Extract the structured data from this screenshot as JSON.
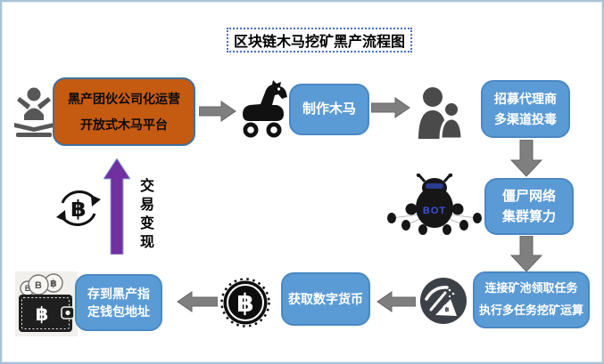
{
  "title": "区块链木马挖矿黑产流程图",
  "nodes": {
    "operation": {
      "line1": "黑产团伙公司化运营",
      "line2": "开放式木马平台"
    },
    "make_trojan": {
      "label": "制作木马"
    },
    "recruit": {
      "line1": "招募代理商",
      "line2": "多渠道投毒"
    },
    "botnet": {
      "line1": "僵尸网络",
      "line2": "集群算力"
    },
    "mine": {
      "line1": "连接矿池领取任务",
      "line2": "执行多任务挖矿运算"
    },
    "obtain": {
      "label": "获取数字货币"
    },
    "wallet": {
      "line1": "存到黑产指",
      "line2": "定钱包地址"
    }
  },
  "labels": {
    "cash_out": "交易变现"
  },
  "symbols": {
    "btc": "฿",
    "coin_letter": "B",
    "bot": "BOT"
  },
  "icons": {
    "operator": "lecturer-icon",
    "trojan": "trojan-horse-icon",
    "agents": "users-icon",
    "botnet": "botnet-robot-icon",
    "miner": "mining-pickaxe-icon",
    "coin": "bitcoin-coin-icon",
    "wallet": "bitcoin-wallet-icon",
    "exchange": "bitcoin-exchange-icon"
  },
  "colors": {
    "orange": "#C55A11",
    "blue": "#5B9BD5",
    "arrow-gray": "#7F7F7F",
    "arrow-gray-edge": "#666666",
    "purple": "#7030A0",
    "purple-edge": "#8FAADC",
    "title-border": "#4472C4",
    "box-border-orange": "#41719C",
    "box-border-blue": "#4A88C4",
    "frame": "#A9C3D9",
    "icon-dark": "#3C4147",
    "icon-gray": "#575757",
    "bot-blue": "#3F51D6"
  }
}
